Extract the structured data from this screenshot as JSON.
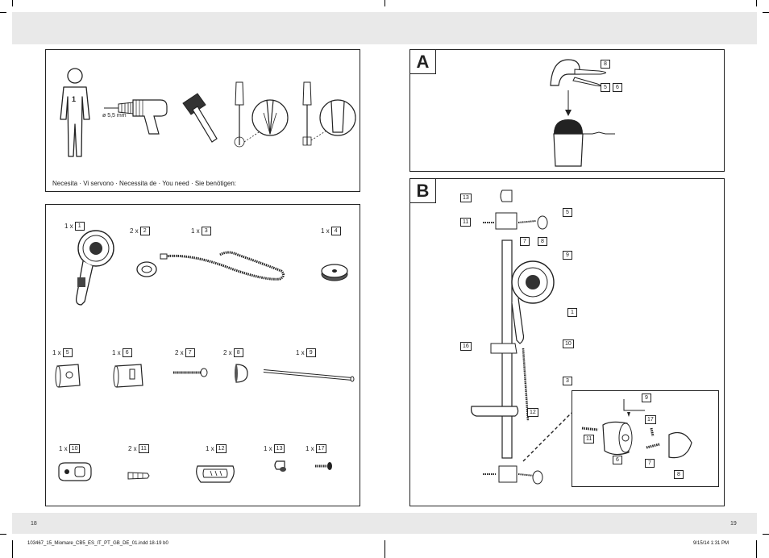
{
  "left_page_number": "18",
  "right_page_number": "19",
  "footer_file": "103467_15_Miomare_CB5_ES_IT_PT_GB_DE_01.indd   18-19   b0",
  "footer_timestamp": "9/15/14   1:31 PM",
  "tools_panel": {
    "figure_number": "1",
    "drill_size": "ø 5,5 mm",
    "need_label": "Necesita · Vi servono · Necessita de · You need · Sie benötigen:"
  },
  "parts": [
    {
      "qty": "1 x",
      "part": "1"
    },
    {
      "qty": "2 x",
      "part": "2"
    },
    {
      "qty": "1 x",
      "part": "3"
    },
    {
      "qty": "1 x",
      "part": "4"
    },
    {
      "qty": "1 x",
      "part": "5"
    },
    {
      "qty": "1 x",
      "part": "6"
    },
    {
      "qty": "2 x",
      "part": "7"
    },
    {
      "qty": "2 x",
      "part": "8"
    },
    {
      "qty": "1 x",
      "part": "9"
    },
    {
      "qty": "1 x",
      "part": "10"
    },
    {
      "qty": "2 x",
      "part": "11"
    },
    {
      "qty": "1 x",
      "part": "12"
    },
    {
      "qty": "1 x",
      "part": "13"
    },
    {
      "qty": "1 x",
      "part": "17"
    }
  ],
  "step_a": {
    "letter": "A",
    "callouts": [
      "8",
      "5",
      "6"
    ]
  },
  "step_b": {
    "letter": "B",
    "callouts": [
      "13",
      "11",
      "5",
      "7",
      "8",
      "9",
      "1",
      "16",
      "10",
      "3",
      "12"
    ],
    "inset_callouts": [
      "9",
      "17",
      "11",
      "6",
      "7",
      "8"
    ]
  }
}
